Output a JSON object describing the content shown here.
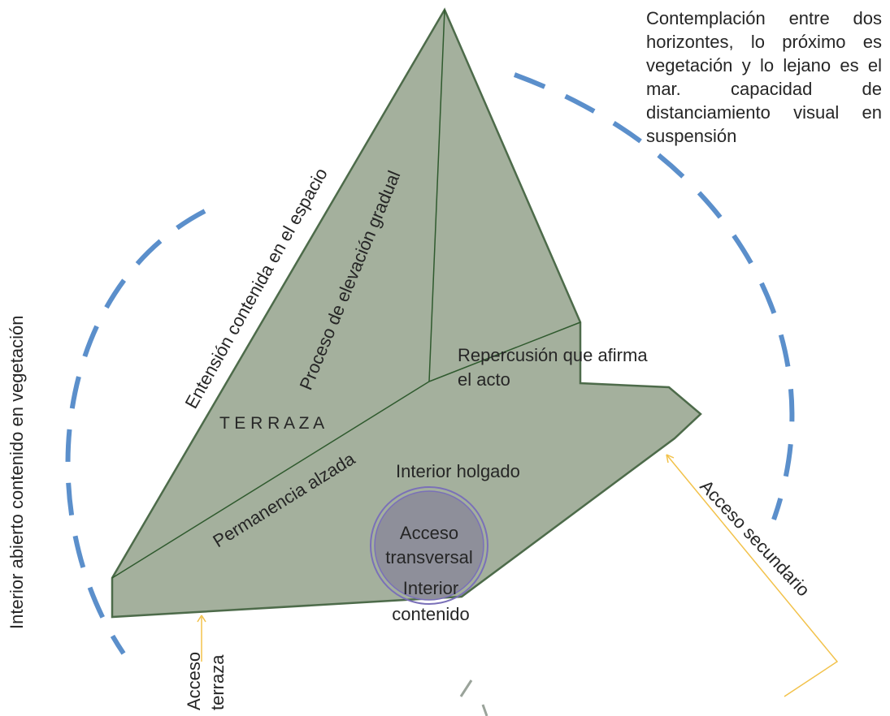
{
  "colors": {
    "shape_fill": "#a4b09d",
    "shape_stroke": "#4d6b4a",
    "dash_blue": "#5b8fcb",
    "arrow_yellow": "#f2c24b",
    "circle_fill": "#8e8f9a",
    "circle_stroke": "#7a70b8"
  },
  "description": "Contemplación entre dos horizontes, lo próximo es vegetación y lo lejano es el mar. capacidad de distanciamiento visual en suspensión",
  "labels": {
    "left_vertical": "Interior abierto contenido en vegetación",
    "diagonal_outer": "Entensión contenida en el espacio",
    "diagonal_inner": "Proceso de elevación gradual",
    "repercusion_line1": "Repercusión que afirma",
    "repercusion_line2": "el acto",
    "terraza": "T E R R A Z A",
    "permanencia": "Permanencia alzada",
    "interior_holgado": "Interior holgado",
    "acceso_transversal_line1": "Acceso",
    "acceso_transversal_line2": "transversal",
    "interior_contenido_line1": "Interior",
    "interior_contenido_line2": "contenido",
    "acceso_secundario": "Acceso secundario",
    "acceso_terraza_line1": "Acceso",
    "acceso_terraza_line2": "terraza"
  }
}
